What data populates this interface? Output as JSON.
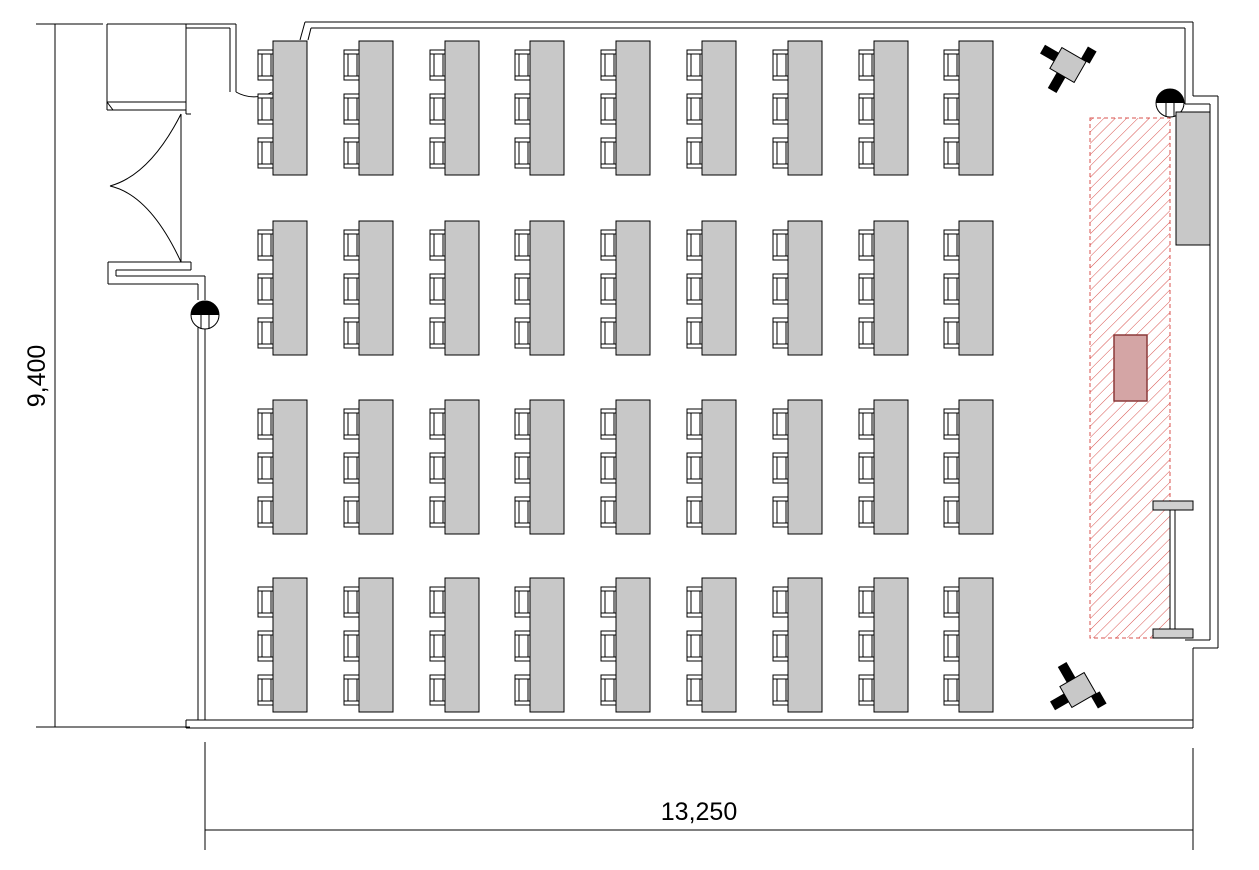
{
  "drawing": {
    "dimension_vertical": "9,400",
    "dimension_horizontal": "13,250"
  },
  "layout": {
    "table_columns": 9,
    "table_rows": 4,
    "chairs_per_table": 3
  },
  "colors": {
    "wall": "#000000",
    "table_fill": "#c8c8c8",
    "stage_hatch": "#d9534f",
    "podium_fill": "#d4a5a5",
    "equipment_fill": "#c8c8c8"
  }
}
